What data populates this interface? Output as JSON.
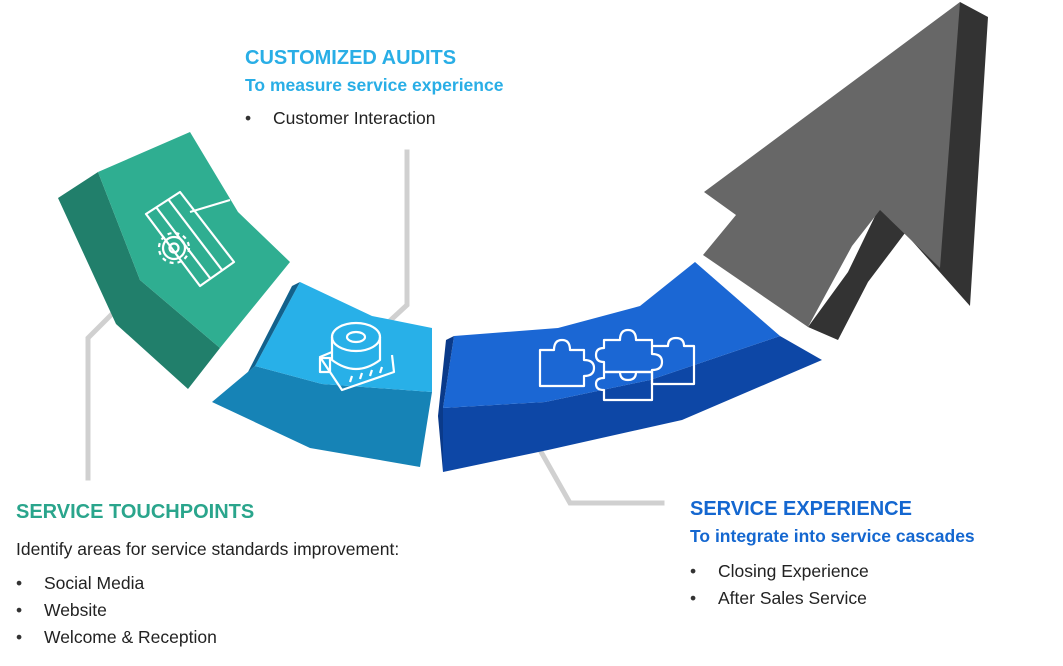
{
  "colors": {
    "touchpoints": "#2aa58c",
    "audits": "#29aee6",
    "experience": "#1467d0",
    "arrow": "#666666",
    "connector": "#d0d0d0"
  },
  "icons": {
    "touchpoints": "card-gear-icon",
    "audits": "measuring-tape-icon",
    "experience": "puzzle-pieces-icon"
  },
  "customized_audits": {
    "title": "CUSTOMIZED AUDITS",
    "subtitle": "To measure service experience",
    "items": [
      "Customer Interaction"
    ]
  },
  "service_touchpoints": {
    "title": "SERVICE TOUCHPOINTS",
    "description": "Identify areas for service standards improvement:",
    "items": [
      "Social Media",
      "Website",
      "Welcome & Reception"
    ]
  },
  "service_experience": {
    "title": "SERVICE EXPERIENCE",
    "subtitle": "To integrate into service cascades",
    "items": [
      "Closing Experience",
      "After Sales Service"
    ]
  }
}
